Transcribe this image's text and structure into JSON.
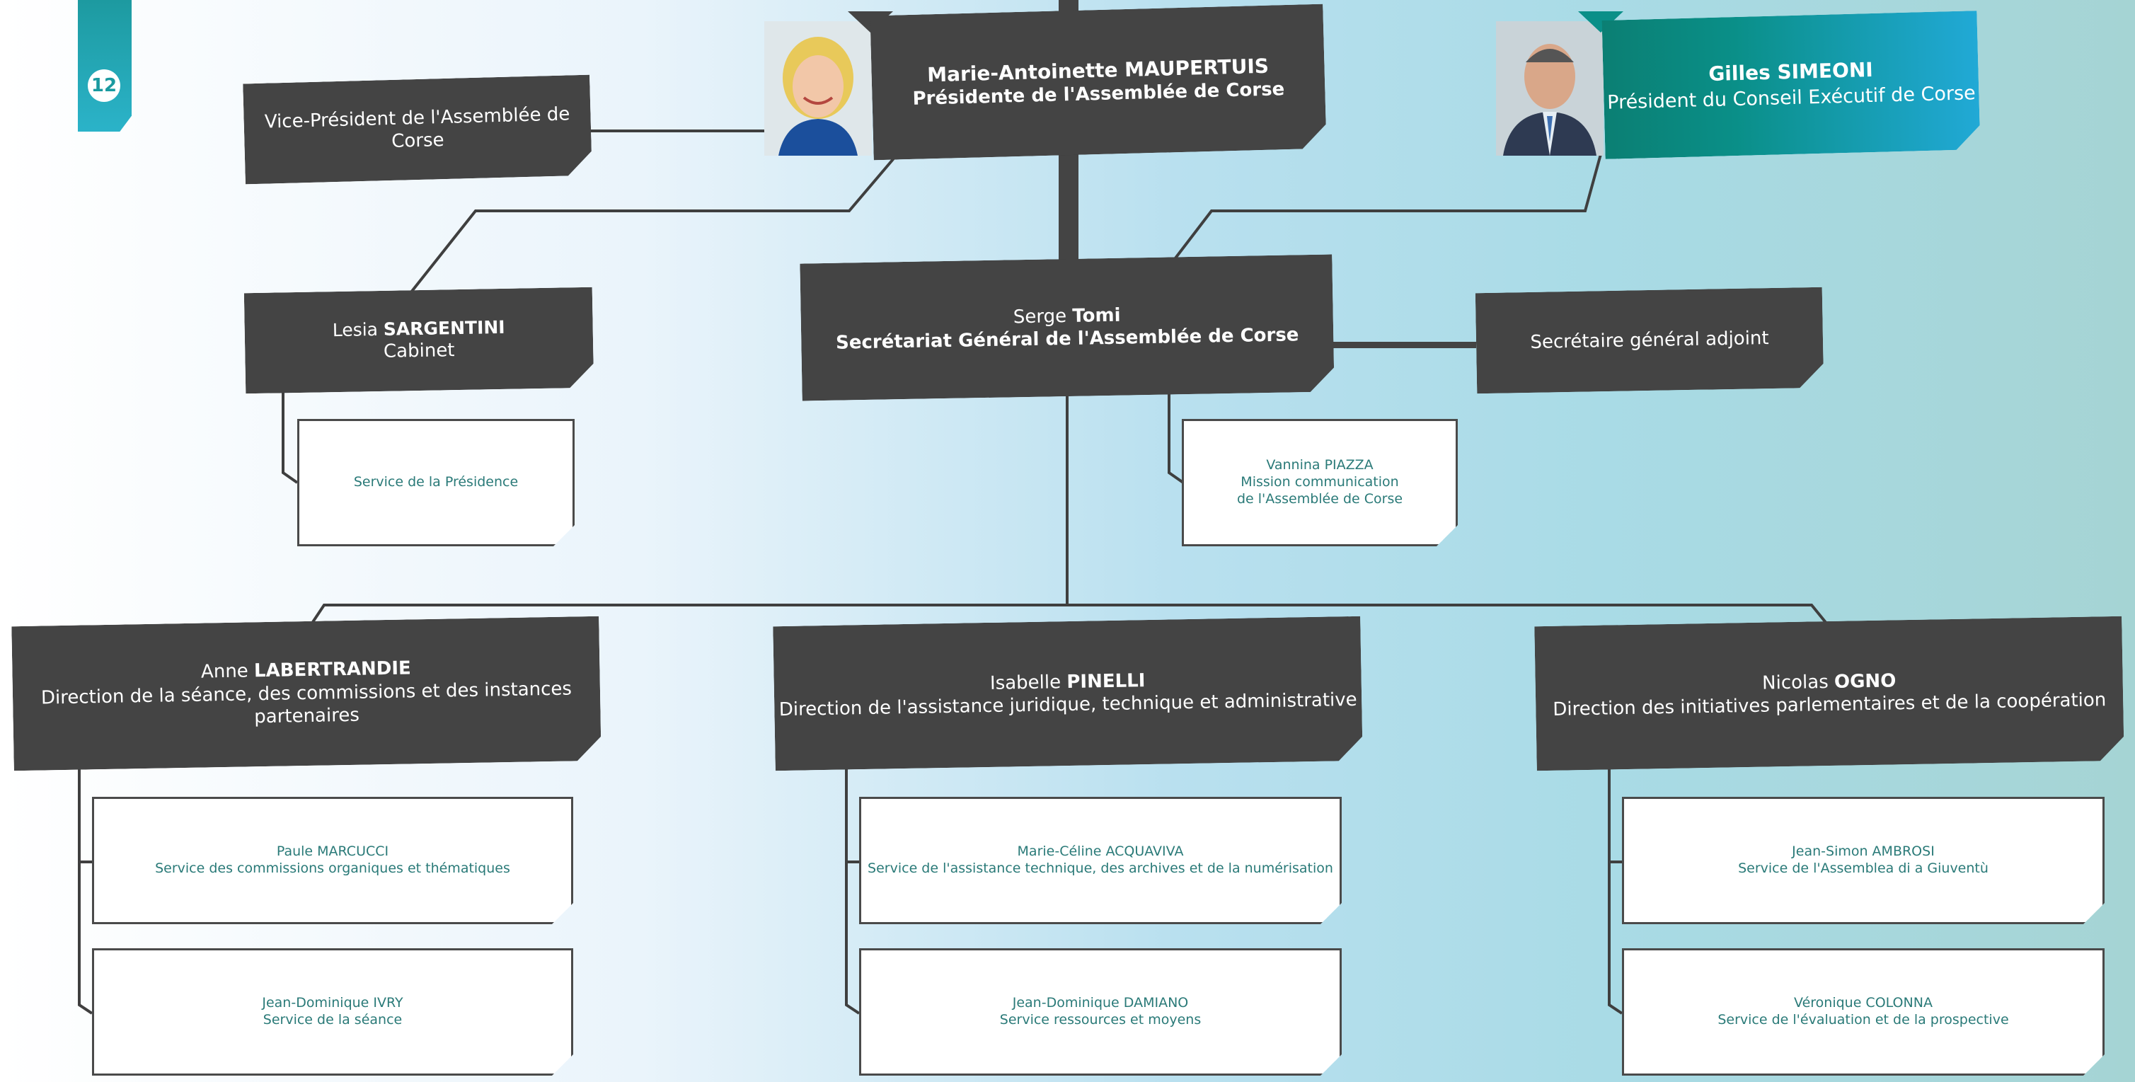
{
  "page_number": "12",
  "top": {
    "president": {
      "name": "Marie-Antoinette MAUPERTUIS",
      "role": "Présidente de l'Assemblée de Corse"
    },
    "executive": {
      "name": "Gilles SIMEONI",
      "role": "Président du Conseil Exécutif de Corse"
    },
    "vice_president": "Vice-Président de l'Assemblée de Corse"
  },
  "cabinet": {
    "first": "Lesia ",
    "last": "SARGENTINI",
    "role": "Cabinet",
    "service": "Service de la Présidence"
  },
  "secretariat": {
    "first": "Serge ",
    "last": "Tomi",
    "role": "Secrétariat Général de l'Assemblée de Corse",
    "deputy": "Secrétaire général adjoint",
    "mission": [
      "Vannina PIAZZA",
      "Mission communication",
      "de l'Assemblée de Corse"
    ]
  },
  "directions": [
    {
      "first": "Anne ",
      "last": "LABERTRANDIE",
      "role": "Direction de la séance, des commissions et des instances partenaires",
      "services": [
        {
          "name": "Paule MARCUCCI",
          "service": "Service des commissions organiques et thématiques"
        },
        {
          "name": "Jean-Dominique IVRY",
          "service": "Service de la séance"
        }
      ]
    },
    {
      "first": "Isabelle ",
      "last": "PINELLI",
      "role": "Direction de l'assistance juridique, technique et administrative",
      "services": [
        {
          "name": "Marie-Céline ACQUAVIVA",
          "service": "Service de l'assistance technique, des archives et de la numérisation"
        },
        {
          "name": "Jean-Dominique DAMIANO",
          "service": "Service ressources et moyens"
        }
      ]
    },
    {
      "first": "Nicolas ",
      "last": "OGNO",
      "role": "Direction des initiatives parlementaires et de la coopération",
      "services": [
        {
          "name": "Jean-Simon AMBROSI",
          "service": "Service de l'Assemblea di a Giuventù"
        },
        {
          "name": "Véronique COLONNA",
          "service": "Service de l'évaluation et de la prospective"
        }
      ]
    }
  ],
  "colors": {
    "box_dark": "#444444",
    "accent_teal": "#0a8f88",
    "service_text": "#2a7a78"
  }
}
